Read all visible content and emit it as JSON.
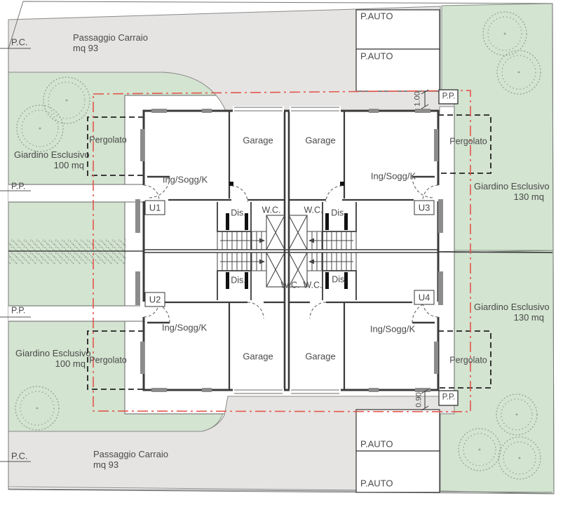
{
  "labels": {
    "pc": "P.C.",
    "pp": "P.P.",
    "pauto": "P.AUTO",
    "passage_line1": "Passaggio Carraio",
    "passage_line2": "mq 93",
    "garden_name": "Giardino Esclusivo",
    "garden_area_left": "100 mq",
    "garden_area_right": "130 mq",
    "pergola": "Pergolato",
    "dim_top": "1.00",
    "dim_bottom": "0.90"
  },
  "rooms": {
    "garage": "Garage",
    "living": "Ing/Sogg/K",
    "wc": "W.C.",
    "hall": "Dis."
  },
  "units": {
    "u1": "U1",
    "u2": "U2",
    "u3": "U3",
    "u4": "U4"
  },
  "colors": {
    "garden_green": "#d3e4d0",
    "passage_gray": "#e5e4e2",
    "boundary_red": "#e2574c",
    "wall_dark": "#3a3a3a",
    "vegetation_gray": "#97a397"
  }
}
